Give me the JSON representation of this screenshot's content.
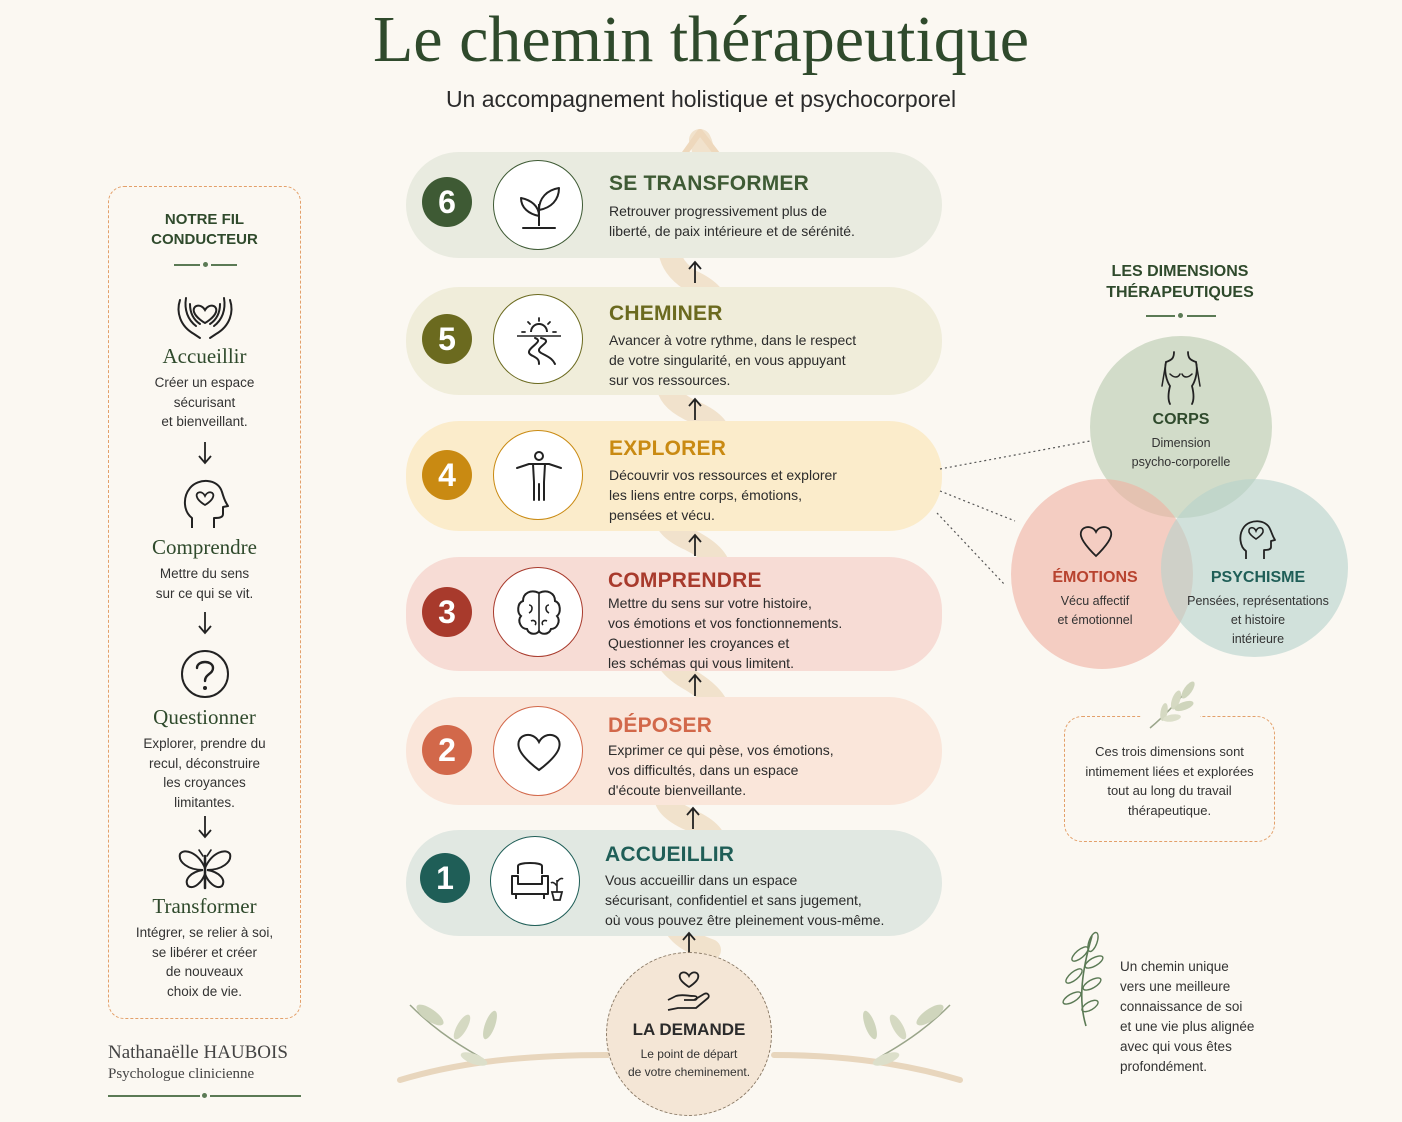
{
  "header": {
    "title": "Le chemin thérapeutique",
    "subtitle": "Un accompagnement holistique et psychocorporel"
  },
  "fil": {
    "heading_line1": "NOTRE FIL",
    "heading_line2": "CONDUCTEUR",
    "items": [
      {
        "title": "Accueillir",
        "desc": [
          "Créer un espace",
          "sécurisant",
          "et bienveillant."
        ],
        "icon": "hands-heart-icon"
      },
      {
        "title": "Comprendre",
        "desc": [
          "Mettre du sens",
          "sur ce qui se vit."
        ],
        "icon": "head-heart-icon"
      },
      {
        "title": "Questionner",
        "desc": [
          "Explorer, prendre du",
          "recul, déconstruire",
          "les croyances",
          "limitantes."
        ],
        "icon": "question-icon"
      },
      {
        "title": "Transformer",
        "desc": [
          "Intégrer, se relier à soi,",
          "se libérer et créer",
          "de nouveaux",
          "choix de vie."
        ],
        "icon": "butterfly-icon"
      }
    ]
  },
  "author": {
    "name": "Nathanaëlle HAUBOIS",
    "role": "Psychologue clinicienne"
  },
  "steps": [
    {
      "num": "6",
      "title": "SE TRANSFORMER",
      "desc": [
        "Retrouver progressivement plus de",
        "liberté, de paix intérieure et de sérénité."
      ],
      "icon": "sprout-icon",
      "color": "#3e5a34",
      "bg": "#e9ebe0"
    },
    {
      "num": "5",
      "title": "CHEMINER",
      "desc": [
        "Avancer à votre rythme, dans le respect",
        "de votre singularité, en vous appuyant",
        "sur vos ressources."
      ],
      "icon": "path-sun-icon",
      "color": "#6b6a1f",
      "bg": "#f0edda"
    },
    {
      "num": "4",
      "title": "EXPLORER",
      "desc": [
        "Découvrir vos ressources et explorer",
        "les liens entre corps, émotions,",
        "pensées et vécu."
      ],
      "icon": "body-open-arms-icon",
      "color": "#c98a12",
      "bg": "#fbeccb"
    },
    {
      "num": "3",
      "title": "COMPRENDRE",
      "desc": [
        "Mettre du sens sur votre histoire,",
        "vos émotions et vos fonctionnements.",
        "Questionner les croyances et",
        "les schémas qui vous limitent."
      ],
      "icon": "brain-icon",
      "color": "#a83a2c",
      "bg": "#f7dcd5"
    },
    {
      "num": "2",
      "title": "DÉPOSER",
      "desc": [
        "Exprimer ce qui pèse, vos émotions,",
        "vos difficultés, dans un espace",
        "d'écoute bienveillante."
      ],
      "icon": "heart-icon",
      "color": "#d2684a",
      "bg": "#fae6da"
    },
    {
      "num": "1",
      "title": "ACCUEILLIR",
      "desc": [
        "Vous accueillir dans un espace",
        "sécurisant, confidentiel et sans jugement,",
        "où vous pouvez être pleinement vous-même."
      ],
      "icon": "armchair-icon",
      "color": "#1f5e57",
      "bg": "#e1e8e2"
    }
  ],
  "demande": {
    "title": "LA DEMANDE",
    "desc": [
      "Le point de départ",
      "de votre cheminement."
    ],
    "icon": "hand-heart-icon"
  },
  "dimensions": {
    "heading_line1": "LES DIMENSIONS",
    "heading_line2": "THÉRAPEUTIQUES",
    "corps": {
      "title": "CORPS",
      "desc": [
        "Dimension",
        "psycho-corporelle"
      ],
      "color": "#2f4a2c"
    },
    "emotions": {
      "title": "ÉMOTIONS",
      "desc": [
        "Vécu affectif",
        "et émotionnel"
      ],
      "color": "#b8432f"
    },
    "psychisme": {
      "title": "PSYCHISME",
      "desc": [
        "Pensées, représentations",
        "et histoire",
        "intérieure"
      ],
      "color": "#1f5e57"
    }
  },
  "note": [
    "Ces trois dimensions sont",
    "intimement liées et explorées",
    "tout au long du travail",
    "thérapeutique."
  ],
  "chemin": [
    "Un chemin unique",
    "vers une meilleure",
    "connaissance de soi",
    "et une vie plus alignée",
    "avec qui vous êtes",
    "profondément."
  ]
}
